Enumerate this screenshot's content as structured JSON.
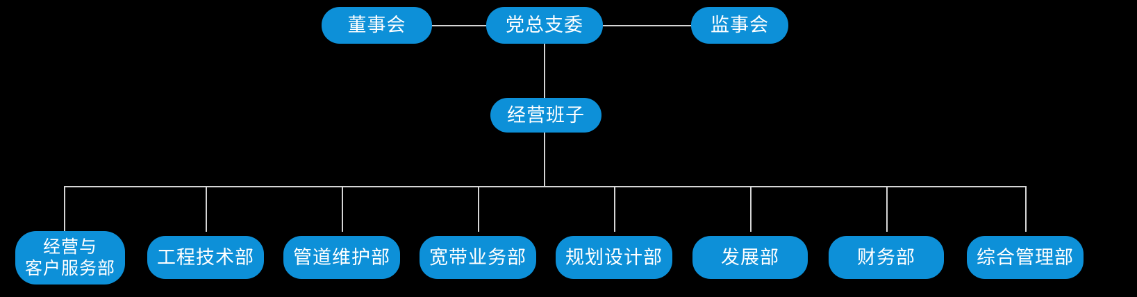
{
  "chart": {
    "type": "org-chart",
    "title": "",
    "background_color": "#000000",
    "node_color": "#0d90d8",
    "node_text_color": "#ffffff",
    "connector_color": "#d6d6d6",
    "top_row": [
      {
        "id": "board-of-directors",
        "label": "董事会"
      },
      {
        "id": "party-branch-committee",
        "label": "党总支委"
      },
      {
        "id": "board-of-supervisors",
        "label": "监事会"
      }
    ],
    "management": {
      "id": "management-team",
      "label": "经营班子"
    },
    "departments": [
      {
        "id": "dept-operations-customer-service",
        "label": "经营与\n客户服务部",
        "lines": 2
      },
      {
        "id": "dept-engineering-technology",
        "label": "工程技术部",
        "lines": 1
      },
      {
        "id": "dept-pipeline-maintenance",
        "label": "管道维护部",
        "lines": 1
      },
      {
        "id": "dept-broadband-business",
        "label": "宽带业务部",
        "lines": 1
      },
      {
        "id": "dept-planning-design",
        "label": "规划设计部",
        "lines": 1
      },
      {
        "id": "dept-development",
        "label": "发展部",
        "lines": 1
      },
      {
        "id": "dept-finance",
        "label": "财务部",
        "lines": 1
      },
      {
        "id": "dept-general-management",
        "label": "综合管理部",
        "lines": 1
      }
    ]
  }
}
